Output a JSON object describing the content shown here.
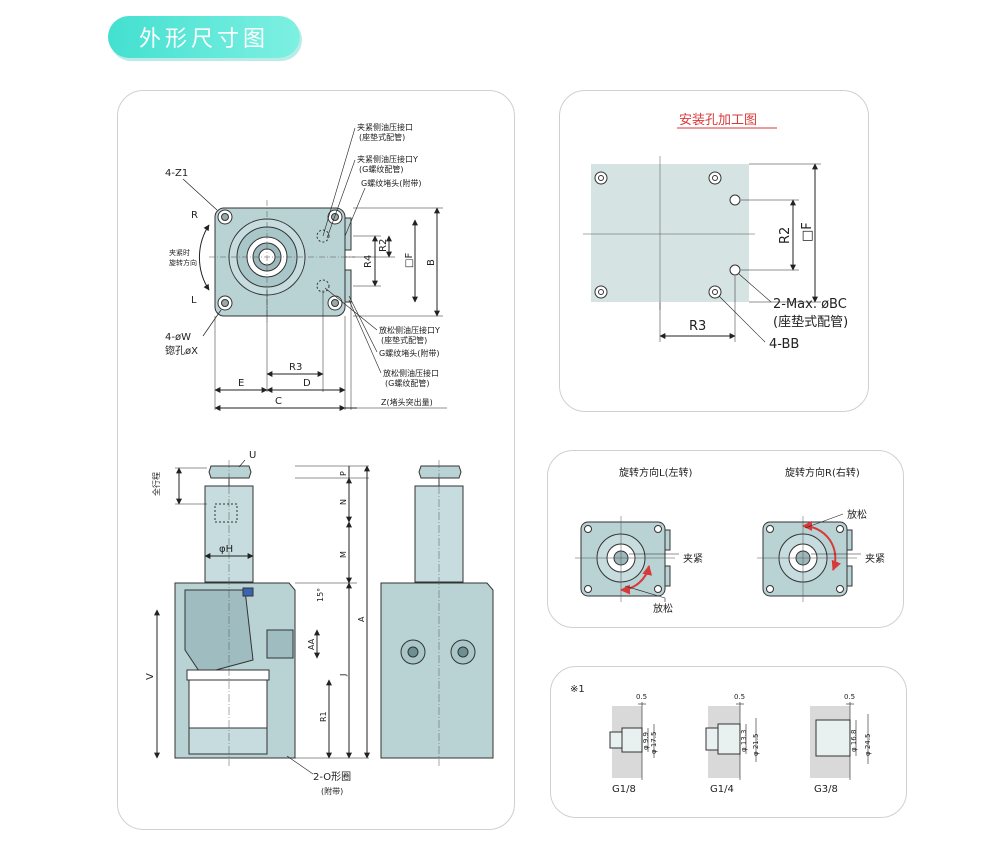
{
  "page_title": "外形尺寸图",
  "main": {
    "top_view": {
      "z1": "4-Z1",
      "r": "R",
      "l": "L",
      "rotation_dir": [
        "夹紧时",
        "旋转方向"
      ],
      "w_hole": "4-øW",
      "x_hole": "锪孔øX",
      "clamp_port": [
        "夹紧侧油压接口",
        "(座垫式配管)"
      ],
      "clamp_port_y": [
        "夹紧侧油压接口Y",
        "(G螺纹配管)"
      ],
      "plug_top": "G螺纹堵头(附带)",
      "release_port_y": [
        "放松侧油压接口Y",
        "(座垫式配管)"
      ],
      "plug_bottom": "G螺纹堵头(附带)",
      "release_port": [
        "放松侧油压接口",
        "(G螺纹配管)"
      ],
      "dims": {
        "R4": "R4",
        "R2": "R2",
        "F": "□F",
        "B": "B",
        "R3": "R3",
        "E": "E",
        "D": "D",
        "C": "C",
        "Z": "Z(堵头突出量)"
      }
    },
    "side_view": {
      "U": "U",
      "stroke": "全行程",
      "H": "φH",
      "angle": "15°",
      "dims": {
        "P": "P",
        "N": "N",
        "M": "M",
        "A": "A",
        "AA": "AA",
        "J": "J",
        "R1": "R1",
        "V": "V"
      },
      "oring": "2-O形圈",
      "attached": "(附带)"
    }
  },
  "mount": {
    "title": "安装孔加工图",
    "r2": "R2",
    "f": "□F",
    "r3": "R3",
    "bc": "2-Max. øBC",
    "bc_note": "(座垫式配管)",
    "bb": "4-BB"
  },
  "rotation": {
    "left_title": "旋转方向L(左转)",
    "right_title": "旋转方向R(右转)",
    "clamp": "夹紧",
    "release": "放松"
  },
  "plugs": {
    "note": "※1",
    "items": [
      {
        "label": "G1/8",
        "offset": "0.5",
        "d1": "φ 9.9",
        "d2": "φ 17.5"
      },
      {
        "label": "G1/4",
        "offset": "0.5",
        "d1": "φ 13.3",
        "d2": "φ 21.5"
      },
      {
        "label": "G3/8",
        "offset": "0.5",
        "d1": "φ 16.8",
        "d2": "φ 24.5"
      }
    ]
  },
  "colors": {
    "body": "#b9d3d5",
    "plate": "#cfe0df",
    "accent": "#d83a3a",
    "pill": "#43e0d0"
  }
}
